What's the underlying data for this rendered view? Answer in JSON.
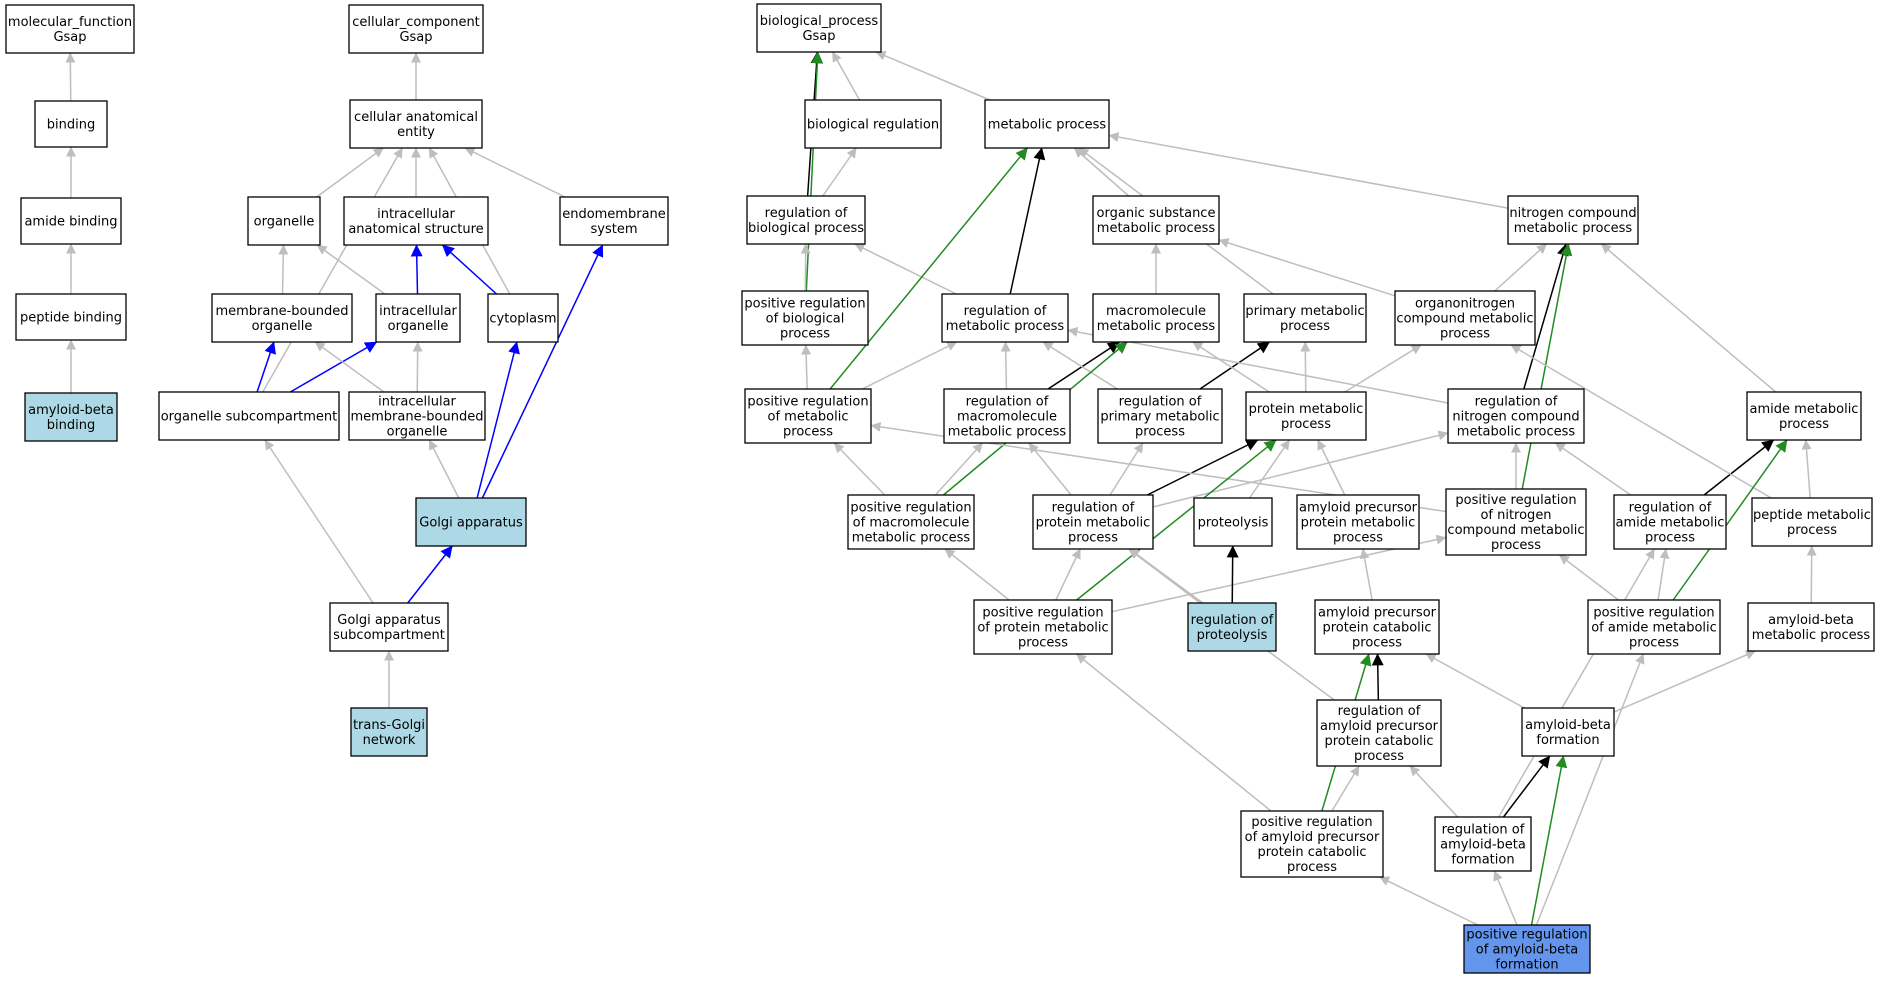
{
  "colors": {
    "node_default": "#ffffff",
    "node_annotated": "#add8e6",
    "node_focus": "#6495ed",
    "edge_is_a": "#bebebe",
    "edge_regulates": "#000000",
    "edge_positively_regulates": "#228b22",
    "edge_part_of": "#0000ff"
  },
  "nodes": [
    {
      "id": "mf_root",
      "label": "molecular_function\nGsap",
      "style": "default"
    },
    {
      "id": "binding",
      "label": "binding",
      "style": "default"
    },
    {
      "id": "amide_binding",
      "label": "amide binding",
      "style": "default"
    },
    {
      "id": "peptide_binding",
      "label": "peptide binding",
      "style": "default"
    },
    {
      "id": "abeta_binding",
      "label": "amyloid-beta\nbinding",
      "style": "annotated"
    },
    {
      "id": "cc_root",
      "label": "cellular_component\nGsap",
      "style": "default"
    },
    {
      "id": "cae",
      "label": "cellular anatomical\nentity",
      "style": "default"
    },
    {
      "id": "organelle",
      "label": "organelle",
      "style": "default"
    },
    {
      "id": "ias",
      "label": "intracellular\nanatomical structure",
      "style": "default"
    },
    {
      "id": "endomembrane",
      "label": "endomembrane\nsystem",
      "style": "default"
    },
    {
      "id": "mbo",
      "label": "membrane-bounded\norganelle",
      "style": "default"
    },
    {
      "id": "intra_org",
      "label": "intracellular\norganelle",
      "style": "default"
    },
    {
      "id": "cytoplasm",
      "label": "cytoplasm",
      "style": "default"
    },
    {
      "id": "org_subcomp",
      "label": "organelle subcompartment",
      "style": "default"
    },
    {
      "id": "imbo",
      "label": "intracellular\nmembrane-bounded\norganelle",
      "style": "default"
    },
    {
      "id": "golgi",
      "label": "Golgi apparatus",
      "style": "annotated"
    },
    {
      "id": "golgi_sub",
      "label": "Golgi apparatus\nsubcompartment",
      "style": "default"
    },
    {
      "id": "tgn",
      "label": "trans-Golgi\nnetwork",
      "style": "annotated"
    },
    {
      "id": "bp_root",
      "label": "biological_process\nGsap",
      "style": "default"
    },
    {
      "id": "bio_reg",
      "label": "biological regulation",
      "style": "default"
    },
    {
      "id": "metab",
      "label": "metabolic process",
      "style": "default"
    },
    {
      "id": "reg_bio",
      "label": "regulation of\nbiological process",
      "style": "default"
    },
    {
      "id": "osmp",
      "label": "organic substance\nmetabolic process",
      "style": "default"
    },
    {
      "id": "ncmp",
      "label": "nitrogen compound\nmetabolic process",
      "style": "default"
    },
    {
      "id": "pos_reg_bio",
      "label": "positive regulation\nof biological\nprocess",
      "style": "default"
    },
    {
      "id": "reg_metab",
      "label": "regulation of\nmetabolic process",
      "style": "default"
    },
    {
      "id": "mmp",
      "label": "macromolecule\nmetabolic process",
      "style": "default"
    },
    {
      "id": "pmp",
      "label": "primary metabolic\nprocess",
      "style": "default"
    },
    {
      "id": "oncmp",
      "label": "organonitrogen\ncompound metabolic\nprocess",
      "style": "default"
    },
    {
      "id": "pos_reg_metab",
      "label": "positive regulation\nof metabolic\nprocess",
      "style": "default"
    },
    {
      "id": "reg_mmp",
      "label": "regulation of\nmacromolecule\nmetabolic process",
      "style": "default"
    },
    {
      "id": "reg_pmp",
      "label": "regulation of\nprimary metabolic\nprocess",
      "style": "default"
    },
    {
      "id": "protein_mp",
      "label": "protein metabolic\nprocess",
      "style": "default"
    },
    {
      "id": "reg_ncmp",
      "label": "regulation of\nnitrogen compound\nmetabolic process",
      "style": "default"
    },
    {
      "id": "amide_mp",
      "label": "amide metabolic\nprocess",
      "style": "default"
    },
    {
      "id": "pos_reg_mmp",
      "label": "positive regulation\nof macromolecule\nmetabolic process",
      "style": "default"
    },
    {
      "id": "reg_protein_mp",
      "label": "regulation of\nprotein metabolic\nprocess",
      "style": "default"
    },
    {
      "id": "proteolysis",
      "label": "proteolysis",
      "style": "default"
    },
    {
      "id": "app_mp",
      "label": "amyloid precursor\nprotein metabolic\nprocess",
      "style": "default"
    },
    {
      "id": "pos_reg_ncmp",
      "label": "positive regulation\nof nitrogen\ncompound metabolic\nprocess",
      "style": "default"
    },
    {
      "id": "reg_amide_mp",
      "label": "regulation of\namide metabolic\nprocess",
      "style": "default"
    },
    {
      "id": "peptide_mp",
      "label": "peptide metabolic\nprocess",
      "style": "default"
    },
    {
      "id": "pos_reg_protein_mp",
      "label": "positive regulation\nof protein metabolic\nprocess",
      "style": "default"
    },
    {
      "id": "reg_proteolysis",
      "label": "regulation of\nproteolysis",
      "style": "annotated"
    },
    {
      "id": "app_cp",
      "label": "amyloid precursor\nprotein catabolic\nprocess",
      "style": "default"
    },
    {
      "id": "pos_reg_amide_mp",
      "label": "positive regulation\nof amide metabolic\nprocess",
      "style": "default"
    },
    {
      "id": "abeta_mp",
      "label": "amyloid-beta\nmetabolic process",
      "style": "default"
    },
    {
      "id": "reg_app_cp",
      "label": "regulation of\namyloid precursor\nprotein catabolic\nprocess",
      "style": "default"
    },
    {
      "id": "abeta_form",
      "label": "amyloid-beta\nformation",
      "style": "default"
    },
    {
      "id": "pos_reg_app_cp",
      "label": "positive regulation\nof amyloid precursor\nprotein catabolic\nprocess",
      "style": "default"
    },
    {
      "id": "reg_abeta_form",
      "label": "regulation of\namyloid-beta\nformation",
      "style": "default"
    },
    {
      "id": "pos_reg_abeta_form",
      "label": "positive regulation\nof amyloid-beta\nformation",
      "style": "focus"
    }
  ],
  "edges": [
    {
      "from": "binding",
      "to": "mf_root",
      "type": "is_a"
    },
    {
      "from": "amide_binding",
      "to": "binding",
      "type": "is_a"
    },
    {
      "from": "peptide_binding",
      "to": "amide_binding",
      "type": "is_a"
    },
    {
      "from": "abeta_binding",
      "to": "peptide_binding",
      "type": "is_a"
    },
    {
      "from": "cae",
      "to": "cc_root",
      "type": "is_a"
    },
    {
      "from": "organelle",
      "to": "cae",
      "type": "is_a"
    },
    {
      "from": "ias",
      "to": "cae",
      "type": "is_a"
    },
    {
      "from": "endomembrane",
      "to": "cae",
      "type": "is_a"
    },
    {
      "from": "org_subcomp",
      "to": "cae",
      "type": "is_a"
    },
    {
      "from": "cytoplasm",
      "to": "cae",
      "type": "is_a"
    },
    {
      "from": "mbo",
      "to": "organelle",
      "type": "is_a"
    },
    {
      "from": "intra_org",
      "to": "organelle",
      "type": "is_a"
    },
    {
      "from": "intra_org",
      "to": "ias",
      "type": "part_of"
    },
    {
      "from": "cytoplasm",
      "to": "ias",
      "type": "part_of"
    },
    {
      "from": "org_subcomp",
      "to": "mbo",
      "type": "part_of"
    },
    {
      "from": "org_subcomp",
      "to": "intra_org",
      "type": "part_of"
    },
    {
      "from": "imbo",
      "to": "mbo",
      "type": "is_a"
    },
    {
      "from": "imbo",
      "to": "intra_org",
      "type": "is_a"
    },
    {
      "from": "golgi",
      "to": "imbo",
      "type": "is_a"
    },
    {
      "from": "golgi",
      "to": "cytoplasm",
      "type": "part_of"
    },
    {
      "from": "golgi",
      "to": "endomembrane",
      "type": "part_of"
    },
    {
      "from": "golgi_sub",
      "to": "org_subcomp",
      "type": "is_a"
    },
    {
      "from": "golgi_sub",
      "to": "golgi",
      "type": "part_of"
    },
    {
      "from": "tgn",
      "to": "golgi_sub",
      "type": "is_a"
    },
    {
      "from": "bio_reg",
      "to": "bp_root",
      "type": "is_a"
    },
    {
      "from": "metab",
      "to": "bp_root",
      "type": "is_a"
    },
    {
      "from": "reg_bio",
      "to": "bio_reg",
      "type": "is_a"
    },
    {
      "from": "reg_bio",
      "to": "bp_root",
      "type": "regulates"
    },
    {
      "from": "pos_reg_bio",
      "to": "bp_root",
      "type": "positively_regulates"
    },
    {
      "from": "pos_reg_bio",
      "to": "reg_bio",
      "type": "is_a"
    },
    {
      "from": "osmp",
      "to": "metab",
      "type": "is_a"
    },
    {
      "from": "ncmp",
      "to": "metab",
      "type": "is_a"
    },
    {
      "from": "reg_metab",
      "to": "reg_bio",
      "type": "is_a"
    },
    {
      "from": "reg_metab",
      "to": "metab",
      "type": "regulates"
    },
    {
      "from": "mmp",
      "to": "osmp",
      "type": "is_a"
    },
    {
      "from": "pmp",
      "to": "metab",
      "type": "is_a"
    },
    {
      "from": "oncmp",
      "to": "osmp",
      "type": "is_a"
    },
    {
      "from": "oncmp",
      "to": "ncmp",
      "type": "is_a"
    },
    {
      "from": "pos_reg_metab",
      "to": "pos_reg_bio",
      "type": "is_a"
    },
    {
      "from": "pos_reg_metab",
      "to": "reg_metab",
      "type": "is_a"
    },
    {
      "from": "pos_reg_metab",
      "to": "metab",
      "type": "positively_regulates"
    },
    {
      "from": "reg_mmp",
      "to": "reg_metab",
      "type": "is_a"
    },
    {
      "from": "reg_mmp",
      "to": "mmp",
      "type": "regulates"
    },
    {
      "from": "reg_pmp",
      "to": "reg_metab",
      "type": "is_a"
    },
    {
      "from": "reg_pmp",
      "to": "pmp",
      "type": "regulates"
    },
    {
      "from": "protein_mp",
      "to": "mmp",
      "type": "is_a"
    },
    {
      "from": "protein_mp",
      "to": "pmp",
      "type": "is_a"
    },
    {
      "from": "protein_mp",
      "to": "oncmp",
      "type": "is_a"
    },
    {
      "from": "reg_ncmp",
      "to": "reg_metab",
      "type": "is_a"
    },
    {
      "from": "reg_ncmp",
      "to": "ncmp",
      "type": "regulates"
    },
    {
      "from": "amide_mp",
      "to": "ncmp",
      "type": "is_a"
    },
    {
      "from": "pos_reg_mmp",
      "to": "pos_reg_metab",
      "type": "is_a"
    },
    {
      "from": "pos_reg_mmp",
      "to": "reg_mmp",
      "type": "is_a"
    },
    {
      "from": "pos_reg_mmp",
      "to": "mmp",
      "type": "positively_regulates"
    },
    {
      "from": "reg_protein_mp",
      "to": "reg_mmp",
      "type": "is_a"
    },
    {
      "from": "reg_protein_mp",
      "to": "reg_pmp",
      "type": "is_a"
    },
    {
      "from": "reg_protein_mp",
      "to": "reg_ncmp",
      "type": "is_a"
    },
    {
      "from": "reg_protein_mp",
      "to": "protein_mp",
      "type": "regulates"
    },
    {
      "from": "proteolysis",
      "to": "protein_mp",
      "type": "is_a"
    },
    {
      "from": "app_mp",
      "to": "protein_mp",
      "type": "is_a"
    },
    {
      "from": "pos_reg_ncmp",
      "to": "pos_reg_metab",
      "type": "is_a"
    },
    {
      "from": "pos_reg_ncmp",
      "to": "reg_ncmp",
      "type": "is_a"
    },
    {
      "from": "pos_reg_ncmp",
      "to": "ncmp",
      "type": "positively_regulates"
    },
    {
      "from": "reg_amide_mp",
      "to": "reg_ncmp",
      "type": "is_a"
    },
    {
      "from": "reg_amide_mp",
      "to": "amide_mp",
      "type": "regulates"
    },
    {
      "from": "peptide_mp",
      "to": "amide_mp",
      "type": "is_a"
    },
    {
      "from": "peptide_mp",
      "to": "oncmp",
      "type": "is_a"
    },
    {
      "from": "pos_reg_protein_mp",
      "to": "pos_reg_mmp",
      "type": "is_a"
    },
    {
      "from": "pos_reg_protein_mp",
      "to": "reg_protein_mp",
      "type": "is_a"
    },
    {
      "from": "pos_reg_protein_mp",
      "to": "pos_reg_ncmp",
      "type": "is_a"
    },
    {
      "from": "pos_reg_protein_mp",
      "to": "protein_mp",
      "type": "positively_regulates"
    },
    {
      "from": "reg_proteolysis",
      "to": "reg_protein_mp",
      "type": "is_a"
    },
    {
      "from": "reg_proteolysis",
      "to": "proteolysis",
      "type": "regulates"
    },
    {
      "from": "app_cp",
      "to": "app_mp",
      "type": "is_a"
    },
    {
      "from": "pos_reg_amide_mp",
      "to": "reg_amide_mp",
      "type": "is_a"
    },
    {
      "from": "pos_reg_amide_mp",
      "to": "pos_reg_ncmp",
      "type": "is_a"
    },
    {
      "from": "pos_reg_amide_mp",
      "to": "amide_mp",
      "type": "positively_regulates"
    },
    {
      "from": "abeta_mp",
      "to": "peptide_mp",
      "type": "is_a"
    },
    {
      "from": "reg_app_cp",
      "to": "reg_protein_mp",
      "type": "is_a"
    },
    {
      "from": "reg_app_cp",
      "to": "app_cp",
      "type": "regulates"
    },
    {
      "from": "abeta_form",
      "to": "app_cp",
      "type": "is_a"
    },
    {
      "from": "abeta_form",
      "to": "abeta_mp",
      "type": "is_a"
    },
    {
      "from": "pos_reg_app_cp",
      "to": "pos_reg_protein_mp",
      "type": "is_a"
    },
    {
      "from": "pos_reg_app_cp",
      "to": "reg_app_cp",
      "type": "is_a"
    },
    {
      "from": "pos_reg_app_cp",
      "to": "app_cp",
      "type": "positively_regulates"
    },
    {
      "from": "reg_abeta_form",
      "to": "reg_app_cp",
      "type": "is_a"
    },
    {
      "from": "reg_abeta_form",
      "to": "reg_amide_mp",
      "type": "is_a"
    },
    {
      "from": "reg_abeta_form",
      "to": "abeta_form",
      "type": "regulates"
    },
    {
      "from": "pos_reg_abeta_form",
      "to": "pos_reg_app_cp",
      "type": "is_a"
    },
    {
      "from": "pos_reg_abeta_form",
      "to": "reg_abeta_form",
      "type": "is_a"
    },
    {
      "from": "pos_reg_abeta_form",
      "to": "pos_reg_amide_mp",
      "type": "is_a"
    },
    {
      "from": "pos_reg_abeta_form",
      "to": "abeta_form",
      "type": "positively_regulates"
    }
  ]
}
